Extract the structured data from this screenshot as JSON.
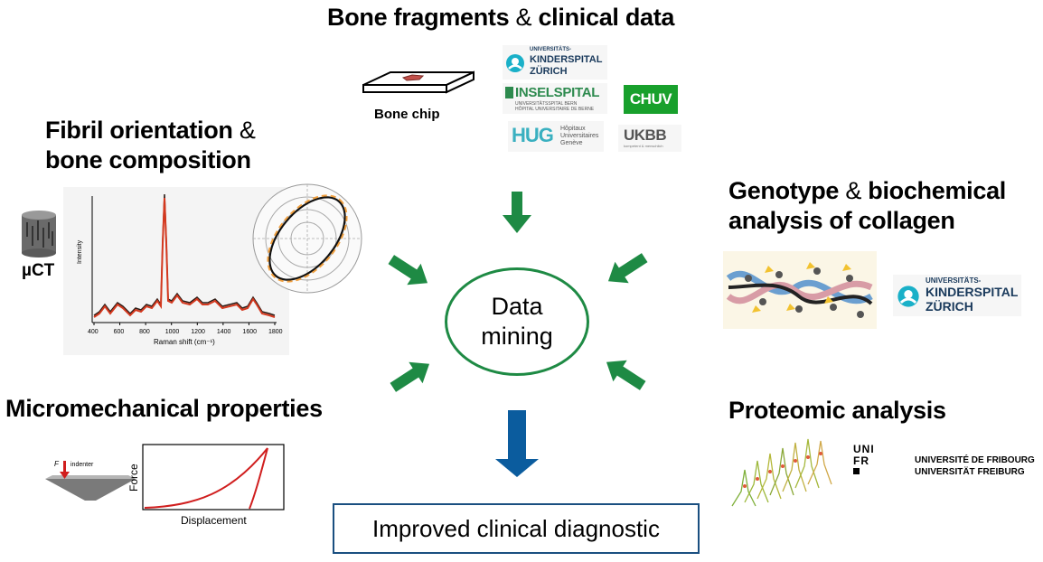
{
  "colors": {
    "arrow_green": "#1e8a44",
    "arrow_blue": "#0b5c9e",
    "circle_border": "#1e8a44",
    "box_border": "#1a4f80",
    "spectrum_red": "#d4381e",
    "force_curve": "#d01e1e",
    "kispi_teal": "#1ab0c8"
  },
  "center": {
    "line1": "Data",
    "line2": "mining"
  },
  "result": {
    "label": "Improved clinical diagnostic"
  },
  "sections": {
    "bone_fragments": {
      "part1": "Bone fragments",
      "amp": "&",
      "part2": "clinical data",
      "chip_label": "Bone chip"
    },
    "fibril": {
      "line1_bold": "Fibril orientation",
      "amp": "&",
      "line2": "bone composition",
      "uct_label": "µCT",
      "raman_ylabel": "Intensity",
      "raman_xlabel": "Raman shift (cm⁻¹)",
      "raman_ticks": [
        "400",
        "600",
        "800",
        "1000",
        "1200",
        "1400",
        "1600",
        "1800"
      ]
    },
    "genotype": {
      "line1_bold": "Genotype",
      "amp": "&",
      "line1_rest": "biochemical",
      "line2": "analysis of collagen"
    },
    "micromech": {
      "title": "Micromechanical properties",
      "ylabel": "Force",
      "xlabel": "Displacement",
      "indenter_label": "indenter",
      "force_symbol": "F"
    },
    "proteomic": {
      "title": "Proteomic analysis",
      "unifr_line1": "UNIVERSITÉ DE FRIBOURG",
      "unifr_line2": "UNIVERSITÄT FREIBURG",
      "unifr_mark": [
        "UNI",
        "FR"
      ]
    }
  },
  "logos": {
    "kispi": {
      "line1": "UNIVERSITÄTS-",
      "line2": "KINDERSPITAL",
      "line3": "ZÜRICH"
    },
    "insel": {
      "name": "INSELSPITAL",
      "sub1": "UNIVERSITÄTSSPITAL BERN",
      "sub2": "HÔPITAL UNIVERSITAIRE DE BERNE"
    },
    "chuv": {
      "name": "CHUV"
    },
    "hug": {
      "mark": "HUG",
      "sub1": "Hôpitaux",
      "sub2": "Universitaires",
      "sub3": "Genève"
    },
    "ukbb": {
      "name": "UKBB",
      "sub": "kompetent & menschlich"
    }
  }
}
